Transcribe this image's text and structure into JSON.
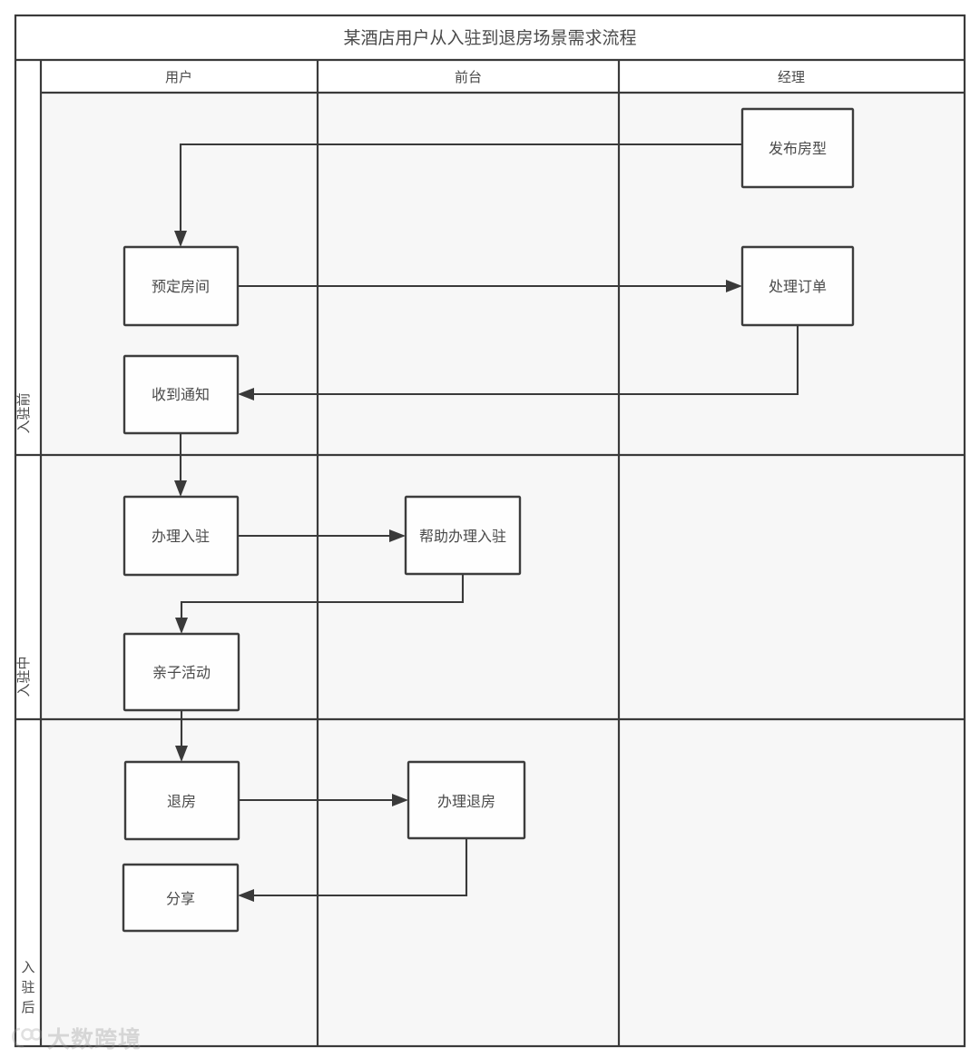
{
  "diagram": {
    "title": "某酒店用户从入驻到退房场景需求流程",
    "type": "swimlane-flowchart",
    "columns": [
      {
        "id": "user",
        "label": "用户"
      },
      {
        "id": "frontdesk",
        "label": "前台"
      },
      {
        "id": "manager",
        "label": "经理"
      }
    ],
    "lanes": [
      {
        "id": "before",
        "label": "入驻前",
        "orientation": "rotated"
      },
      {
        "id": "during",
        "label": "入驻中",
        "orientation": "rotated"
      },
      {
        "id": "after",
        "label": "入驻后",
        "orientation": "stacked"
      }
    ],
    "nodes": [
      {
        "id": "n1",
        "label": "发布房型",
        "column": "manager",
        "lane": "before"
      },
      {
        "id": "n2",
        "label": "预定房间",
        "column": "user",
        "lane": "before"
      },
      {
        "id": "n3",
        "label": "处理订单",
        "column": "manager",
        "lane": "before"
      },
      {
        "id": "n4",
        "label": "收到通知",
        "column": "user",
        "lane": "before"
      },
      {
        "id": "n5",
        "label": "办理入驻",
        "column": "user",
        "lane": "during"
      },
      {
        "id": "n6",
        "label": "帮助办理入驻",
        "column": "frontdesk",
        "lane": "during"
      },
      {
        "id": "n7",
        "label": "亲子活动",
        "column": "user",
        "lane": "during"
      },
      {
        "id": "n8",
        "label": "退房",
        "column": "user",
        "lane": "after"
      },
      {
        "id": "n9",
        "label": "办理退房",
        "column": "frontdesk",
        "lane": "after"
      },
      {
        "id": "n10",
        "label": "分享",
        "column": "user",
        "lane": "after"
      }
    ],
    "edges": [
      {
        "from": "n1",
        "to": "n2"
      },
      {
        "from": "n2",
        "to": "n3"
      },
      {
        "from": "n3",
        "to": "n4"
      },
      {
        "from": "n4",
        "to": "n5"
      },
      {
        "from": "n5",
        "to": "n6"
      },
      {
        "from": "n6",
        "to": "n7"
      },
      {
        "from": "n7",
        "to": "n8"
      },
      {
        "from": "n8",
        "to": "n9"
      },
      {
        "from": "n9",
        "to": "n10"
      }
    ],
    "colors": {
      "stroke": "#3a3a3a",
      "node_fill": "#fefefe",
      "lane_fill": "#f7f7f7",
      "text": "#4a4a4a"
    }
  },
  "watermark": {
    "text": "大数跨境"
  }
}
